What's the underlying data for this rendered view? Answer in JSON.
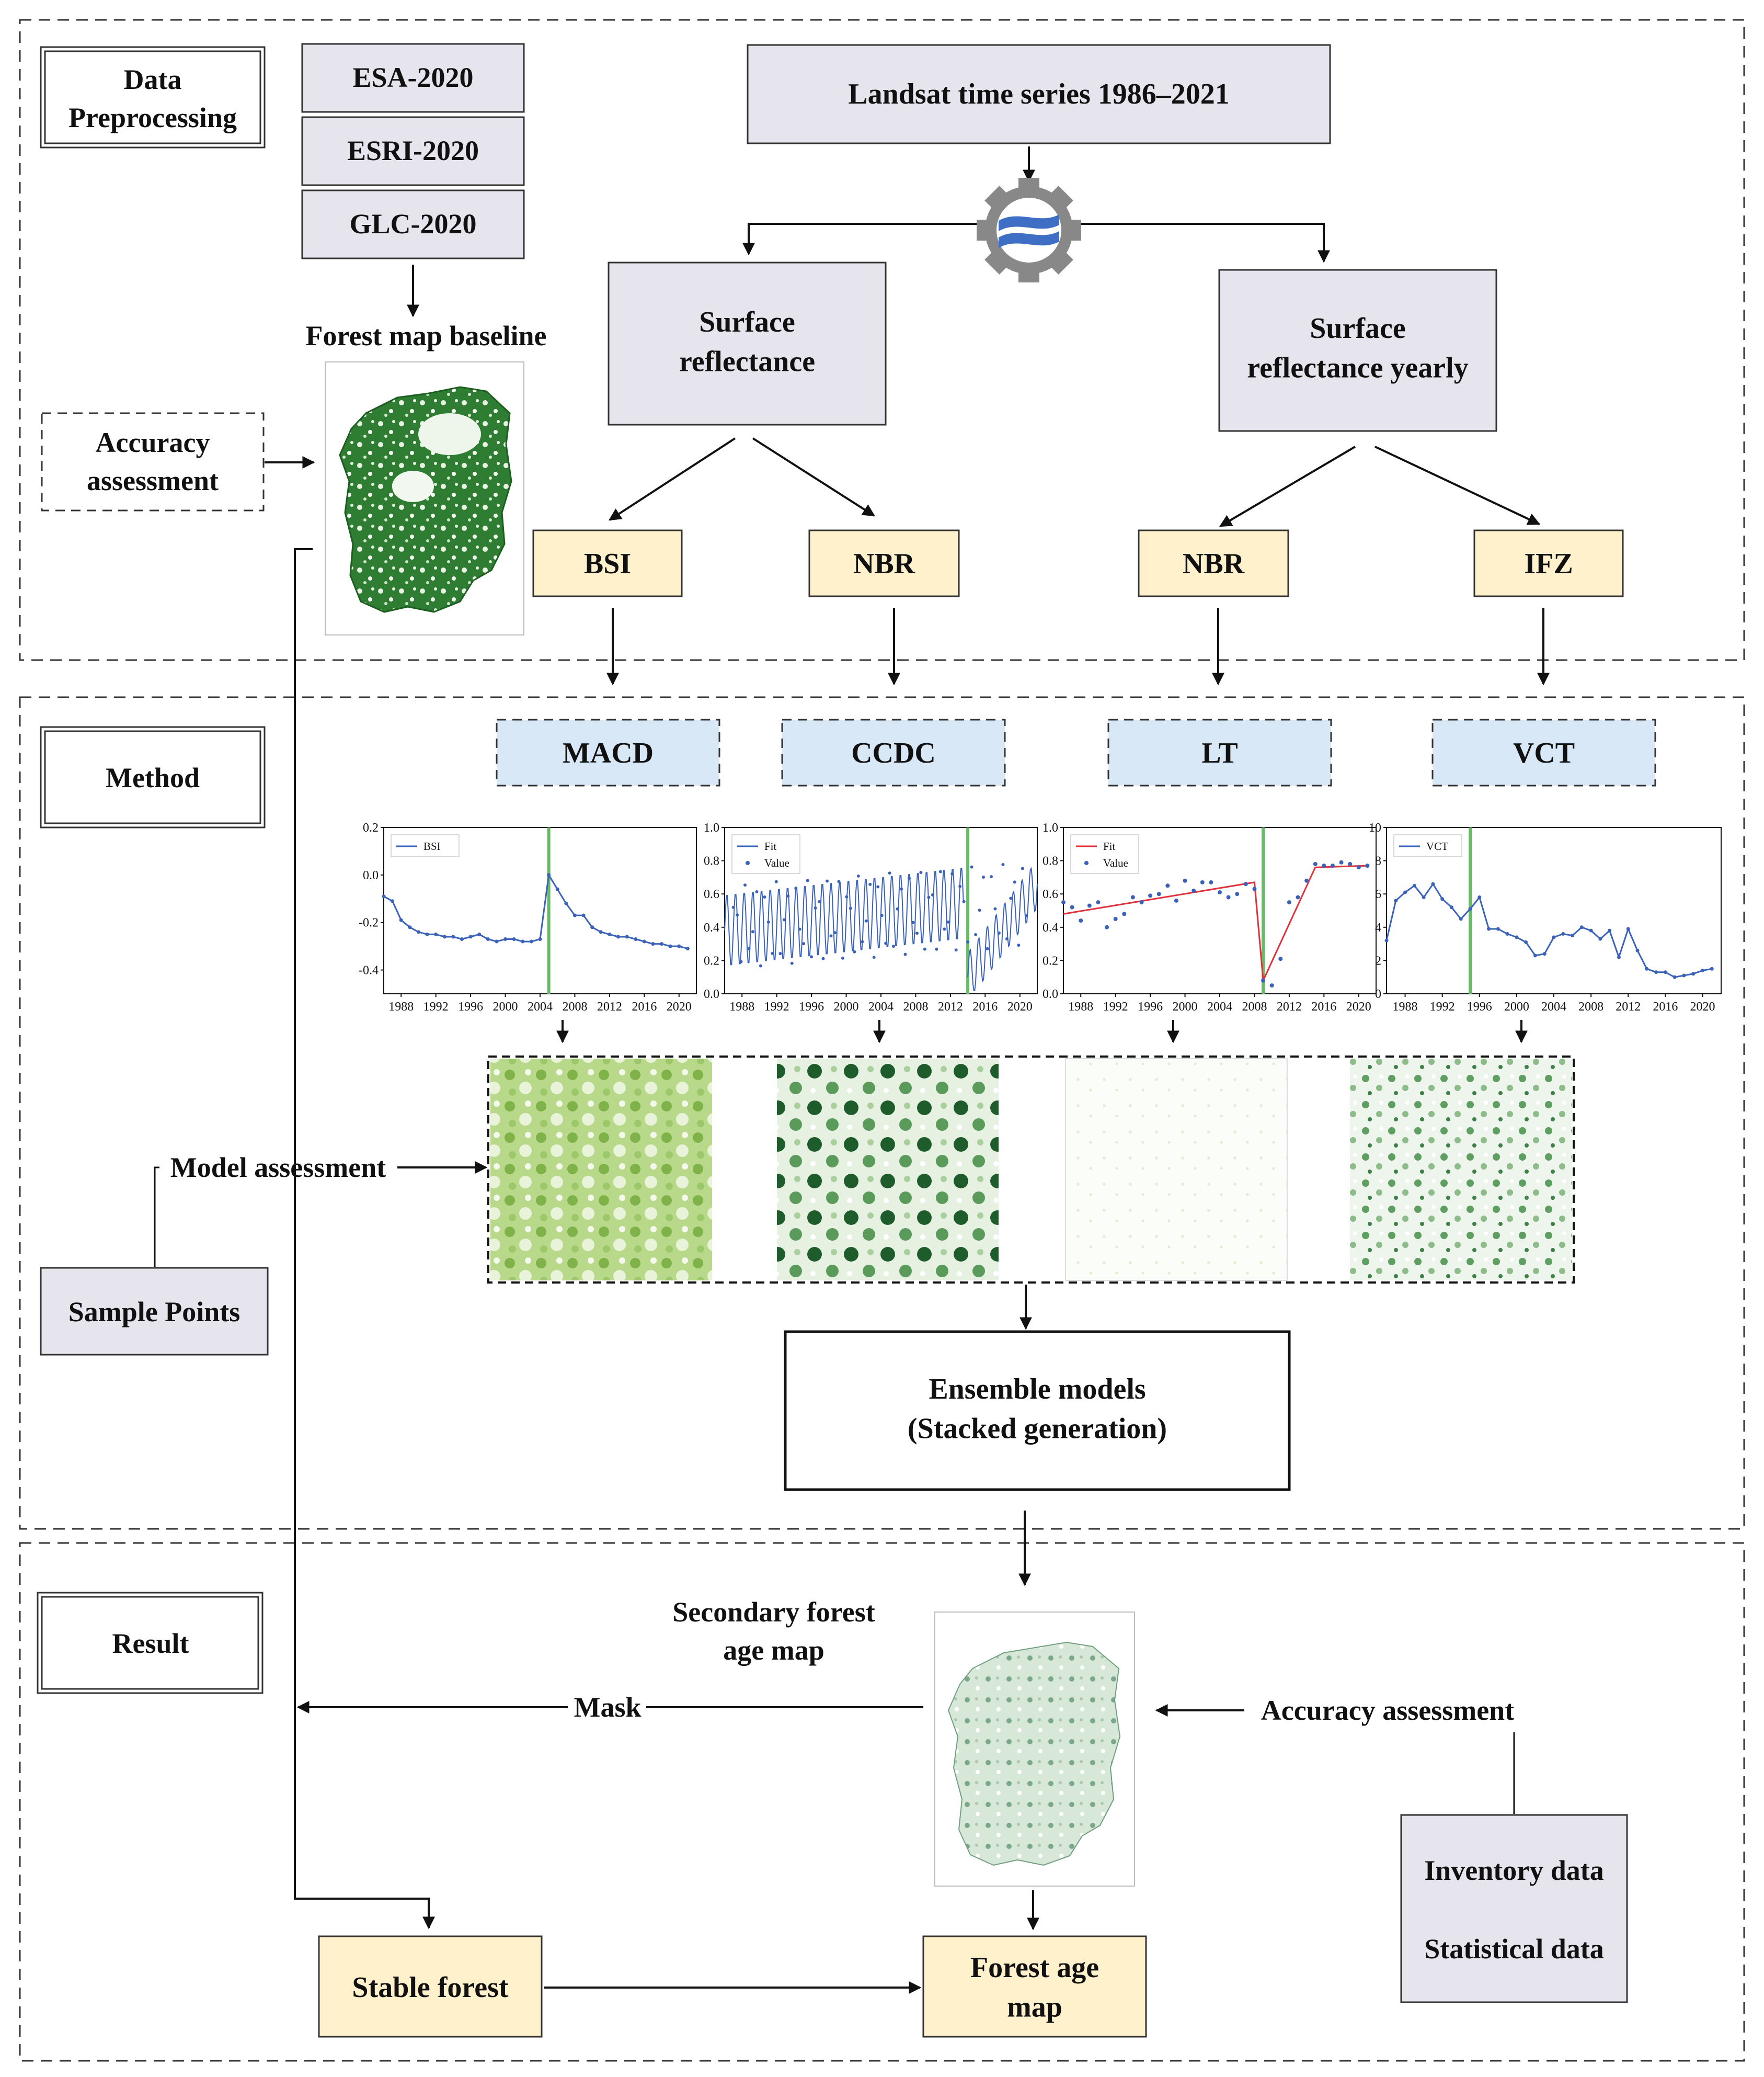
{
  "sections": {
    "preprocessing": "Data\nPreprocessing",
    "method": "Method",
    "result": "Result"
  },
  "baseline_sources": [
    "ESA-2020",
    "ESRI-2020",
    "GLC-2020"
  ],
  "landsat": "Landsat time series  1986–2021",
  "gee_icon": "google-earth-engine-icon",
  "surface_reflectance": "Surface\nreflectance",
  "surface_reflectance_yearly": "Surface\nreflectance yearly",
  "forest_map_baseline": "Forest map baseline",
  "accuracy_assessment_top": "Accuracy\nassessment",
  "indices": [
    "BSI",
    "NBR",
    "NBR",
    "IFZ"
  ],
  "algorithms": [
    "MACD",
    "CCDC",
    "LT",
    "VCT"
  ],
  "model_assessment": "Model assessment",
  "sample_points": "Sample Points",
  "ensemble": "Ensemble models\n(Stacked generation)",
  "secondary_forest_map": "Secondary forest\nage map",
  "mask": "Mask",
  "accuracy_assessment_bottom": "Accuracy assessment",
  "inventory": "Inventory data",
  "statistical": "Statistical data",
  "stable_forest": "Stable forest",
  "forest_age_map": "Forest age\nmap",
  "colors": {
    "gray_box": "#E6E4EC",
    "yellow_box": "#FFF1CC",
    "blue_box": "#D9E8F6",
    "forest_green": "#2E7D32",
    "series_blue": "#3A62B8",
    "fit_red": "#E0303A",
    "marker_green": "#66BB66"
  },
  "chart_data": [
    {
      "type": "line",
      "legend": [
        "BSI"
      ],
      "ylim": [
        -0.5,
        0.2
      ],
      "yticks": [
        "0.2",
        "0.0",
        "-0.2",
        "-0.4"
      ],
      "xticks": [
        "1988",
        "1992",
        "1996",
        "2000",
        "2004",
        "2008",
        "2012",
        "2016",
        "2020"
      ],
      "xlim": [
        1986,
        2022
      ],
      "marker_x": 2005,
      "series": [
        {
          "name": "BSI",
          "x": [
            1986,
            1987,
            1988,
            1989,
            1990,
            1991,
            1992,
            1993,
            1994,
            1995,
            1996,
            1997,
            1998,
            1999,
            2000,
            2001,
            2002,
            2003,
            2004,
            2005,
            2006,
            2007,
            2008,
            2009,
            2010,
            2011,
            2012,
            2013,
            2014,
            2015,
            2016,
            2017,
            2018,
            2019,
            2020,
            2021
          ],
          "values": [
            -0.09,
            -0.11,
            -0.19,
            -0.22,
            -0.24,
            -0.25,
            -0.25,
            -0.26,
            -0.26,
            -0.27,
            -0.26,
            -0.25,
            -0.27,
            -0.28,
            -0.27,
            -0.27,
            -0.28,
            -0.28,
            -0.27,
            0.0,
            -0.06,
            -0.12,
            -0.17,
            -0.17,
            -0.22,
            -0.24,
            -0.25,
            -0.26,
            -0.26,
            -0.27,
            -0.28,
            -0.29,
            -0.29,
            -0.3,
            -0.3,
            -0.31
          ]
        }
      ]
    },
    {
      "type": "line",
      "legend": [
        "Fit",
        "Value"
      ],
      "ylim": [
        0.0,
        1.0
      ],
      "yticks": [
        "1.0",
        "0.8",
        "0.6",
        "0.4",
        "0.2",
        "0.0"
      ],
      "xticks": [
        "1988",
        "1992",
        "1996",
        "2000",
        "2004",
        "2008",
        "2012",
        "2016",
        "2020"
      ],
      "xlim": [
        1986,
        2022
      ],
      "marker_x": 2014,
      "series": [
        {
          "name": "Fit",
          "description_values": "seasonal oscillation 0.1–0.7"
        }
      ]
    },
    {
      "type": "line",
      "legend": [
        "Fit",
        "Value"
      ],
      "ylim": [
        0.0,
        1.0
      ],
      "yticks": [
        "1.0",
        "0.8",
        "0.6",
        "0.4",
        "0.2",
        "0.0"
      ],
      "xticks": [
        "1988",
        "1992",
        "1996",
        "2000",
        "2004",
        "2008",
        "2012",
        "2016",
        "2020"
      ],
      "xlim": [
        1986,
        2022
      ],
      "marker_x": 2009,
      "series": [
        {
          "name": "Fit",
          "x": [
            1986,
            2008,
            2009,
            2015,
            2021
          ],
          "values": [
            0.48,
            0.67,
            0.08,
            0.76,
            0.77
          ]
        },
        {
          "name": "Value",
          "x": [
            1986,
            1987,
            1988,
            1989,
            1990,
            1991,
            1992,
            1993,
            1994,
            1995,
            1996,
            1997,
            1998,
            1999,
            2000,
            2001,
            2002,
            2003,
            2004,
            2005,
            2006,
            2007,
            2008,
            2009,
            2010,
            2011,
            2012,
            2013,
            2014,
            2015,
            2016,
            2017,
            2018,
            2019,
            2020,
            2021
          ],
          "values": [
            0.55,
            0.52,
            0.44,
            0.53,
            0.55,
            0.4,
            0.45,
            0.48,
            0.58,
            0.55,
            0.59,
            0.6,
            0.65,
            0.56,
            0.68,
            0.62,
            0.67,
            0.67,
            0.61,
            0.58,
            0.6,
            0.66,
            0.63,
            0.08,
            0.05,
            0.21,
            0.55,
            0.58,
            0.68,
            0.78,
            0.77,
            0.77,
            0.79,
            0.78,
            0.76,
            0.77
          ]
        }
      ]
    },
    {
      "type": "line",
      "legend": [
        "VCT"
      ],
      "ylim": [
        0,
        10
      ],
      "yticks": [
        "10",
        "8",
        "6",
        "4",
        "2",
        "0"
      ],
      "xticks": [
        "1988",
        "1992",
        "1996",
        "2000",
        "2004",
        "2008",
        "2012",
        "2016",
        "2020"
      ],
      "xlim": [
        1986,
        2022
      ],
      "marker_x": 1995,
      "series": [
        {
          "name": "VCT",
          "x": [
            1986,
            1987,
            1988,
            1989,
            1990,
            1991,
            1992,
            1993,
            1994,
            1995,
            1996,
            1997,
            1998,
            1999,
            2000,
            2001,
            2002,
            2003,
            2004,
            2005,
            2006,
            2007,
            2008,
            2009,
            2010,
            2011,
            2012,
            2013,
            2014,
            2015,
            2016,
            2017,
            2018,
            2019,
            2020,
            2021
          ],
          "values": [
            3.2,
            5.6,
            6.1,
            6.5,
            5.8,
            6.6,
            5.7,
            5.2,
            4.5,
            5.1,
            5.8,
            3.9,
            3.9,
            3.6,
            3.4,
            3.1,
            2.3,
            2.4,
            3.4,
            3.6,
            3.5,
            4.0,
            3.8,
            3.3,
            3.8,
            2.2,
            3.9,
            2.6,
            1.5,
            1.3,
            1.3,
            1.0,
            1.1,
            1.2,
            1.4,
            1.5
          ]
        }
      ]
    }
  ]
}
